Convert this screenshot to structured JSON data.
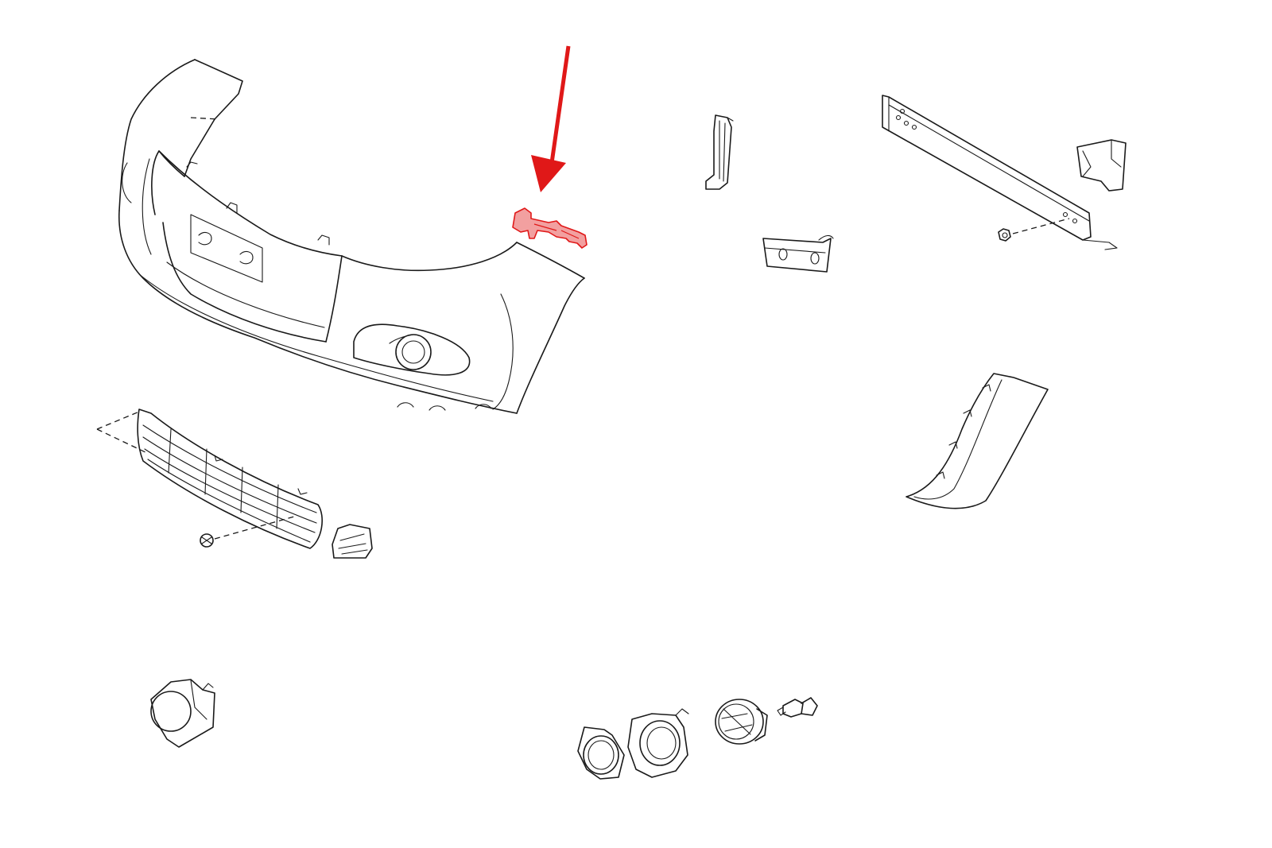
{
  "diagram": {
    "highlight_color": "#e01818",
    "highlight_fill": "#f2a0a0",
    "line_color": "#1a1a1a",
    "background": "#ffffff",
    "parts": [
      "front-bumper-cover",
      "bumper-retainer-bracket",
      "lower-grille",
      "grille-side-insert",
      "vertical-bumper-bracket",
      "mounting-plate",
      "bumper-reinforcement",
      "reinforcement-end-bracket",
      "fender-flare-extension",
      "fog-lamp-left",
      "fog-lamp-bezel",
      "fog-lamp-housing",
      "fog-lamp-assembly",
      "fog-lamp-bulb",
      "screw-fastener",
      "nut-fastener"
    ],
    "highlighted_part": "bumper-retainer-bracket"
  }
}
